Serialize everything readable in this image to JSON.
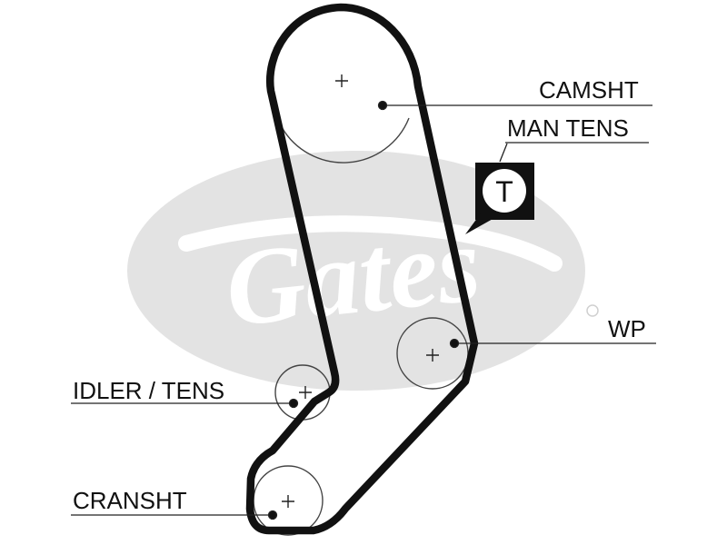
{
  "diagram": {
    "watermark_text": "Gates",
    "labels": {
      "camshaft": "CAMSHT",
      "manual_tensioner": "MAN TENS",
      "tensioner_symbol": "T",
      "water_pump": "WP",
      "idler_tensioner": "IDLER / TENS",
      "crankshaft": "CRANSHT"
    },
    "colors": {
      "belt": "#111111",
      "lines": "#222222",
      "watermark": "#e3e3e3",
      "background": "#ffffff"
    }
  }
}
